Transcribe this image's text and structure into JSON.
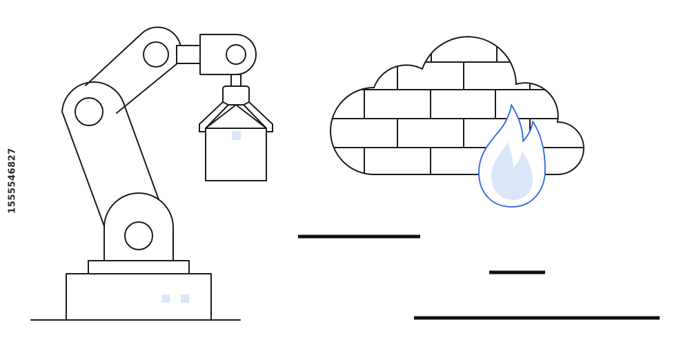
{
  "illustration": {
    "subjects": [
      "robotic-arm",
      "brick-firewall-cloud",
      "flame"
    ],
    "colors": {
      "stroke": "#1a1a1a",
      "accent": "#3d6fe0",
      "accent_fill": "#dbe6fb",
      "background": "#ffffff"
    }
  },
  "watermark": {
    "stock_id": "1555546827"
  }
}
